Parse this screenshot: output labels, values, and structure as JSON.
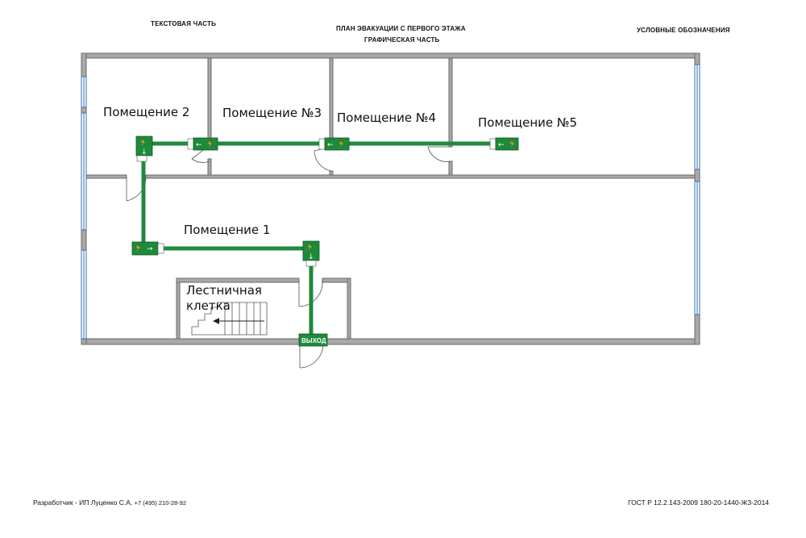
{
  "header": {
    "text_part": "ТЕКСТОВАЯ ЧАСТЬ",
    "plan_title": "ПЛАН ЭВАКУАЦИИ С ПЕРВОГО ЭТАЖА",
    "graphic_part": "ГРАФИЧЕСКАЯ ЧАСТЬ",
    "legend_title": "УСЛОВНЫЕ ОБОЗНАЧЕНИЯ"
  },
  "rooms": {
    "room2": "Помещение 2",
    "room3": "Помещение №3",
    "room4": "Помещение №4",
    "room5": "Помещение №5",
    "room1": "Помещение 1",
    "stair_line1": "Лестничная",
    "stair_line2": "клетка"
  },
  "signs": {
    "exit_label": "ВЫХОД",
    "arrow_left": "←",
    "arrow_right": "→",
    "arrow_down": "↓",
    "runner": "🏃"
  },
  "footer": {
    "developer": "Разработчик - ИП Луценко С.А.",
    "phone": "+7 (495) 210-28-92",
    "standard": "ГОСТ Р 12.2.143-2009 180-20-1440-ЖЗ-2014"
  },
  "colors": {
    "wall": "#a8a8a8",
    "wall_stroke": "#6a6a6a",
    "route": "#1e8a3a",
    "window": "#2c6fb0"
  }
}
